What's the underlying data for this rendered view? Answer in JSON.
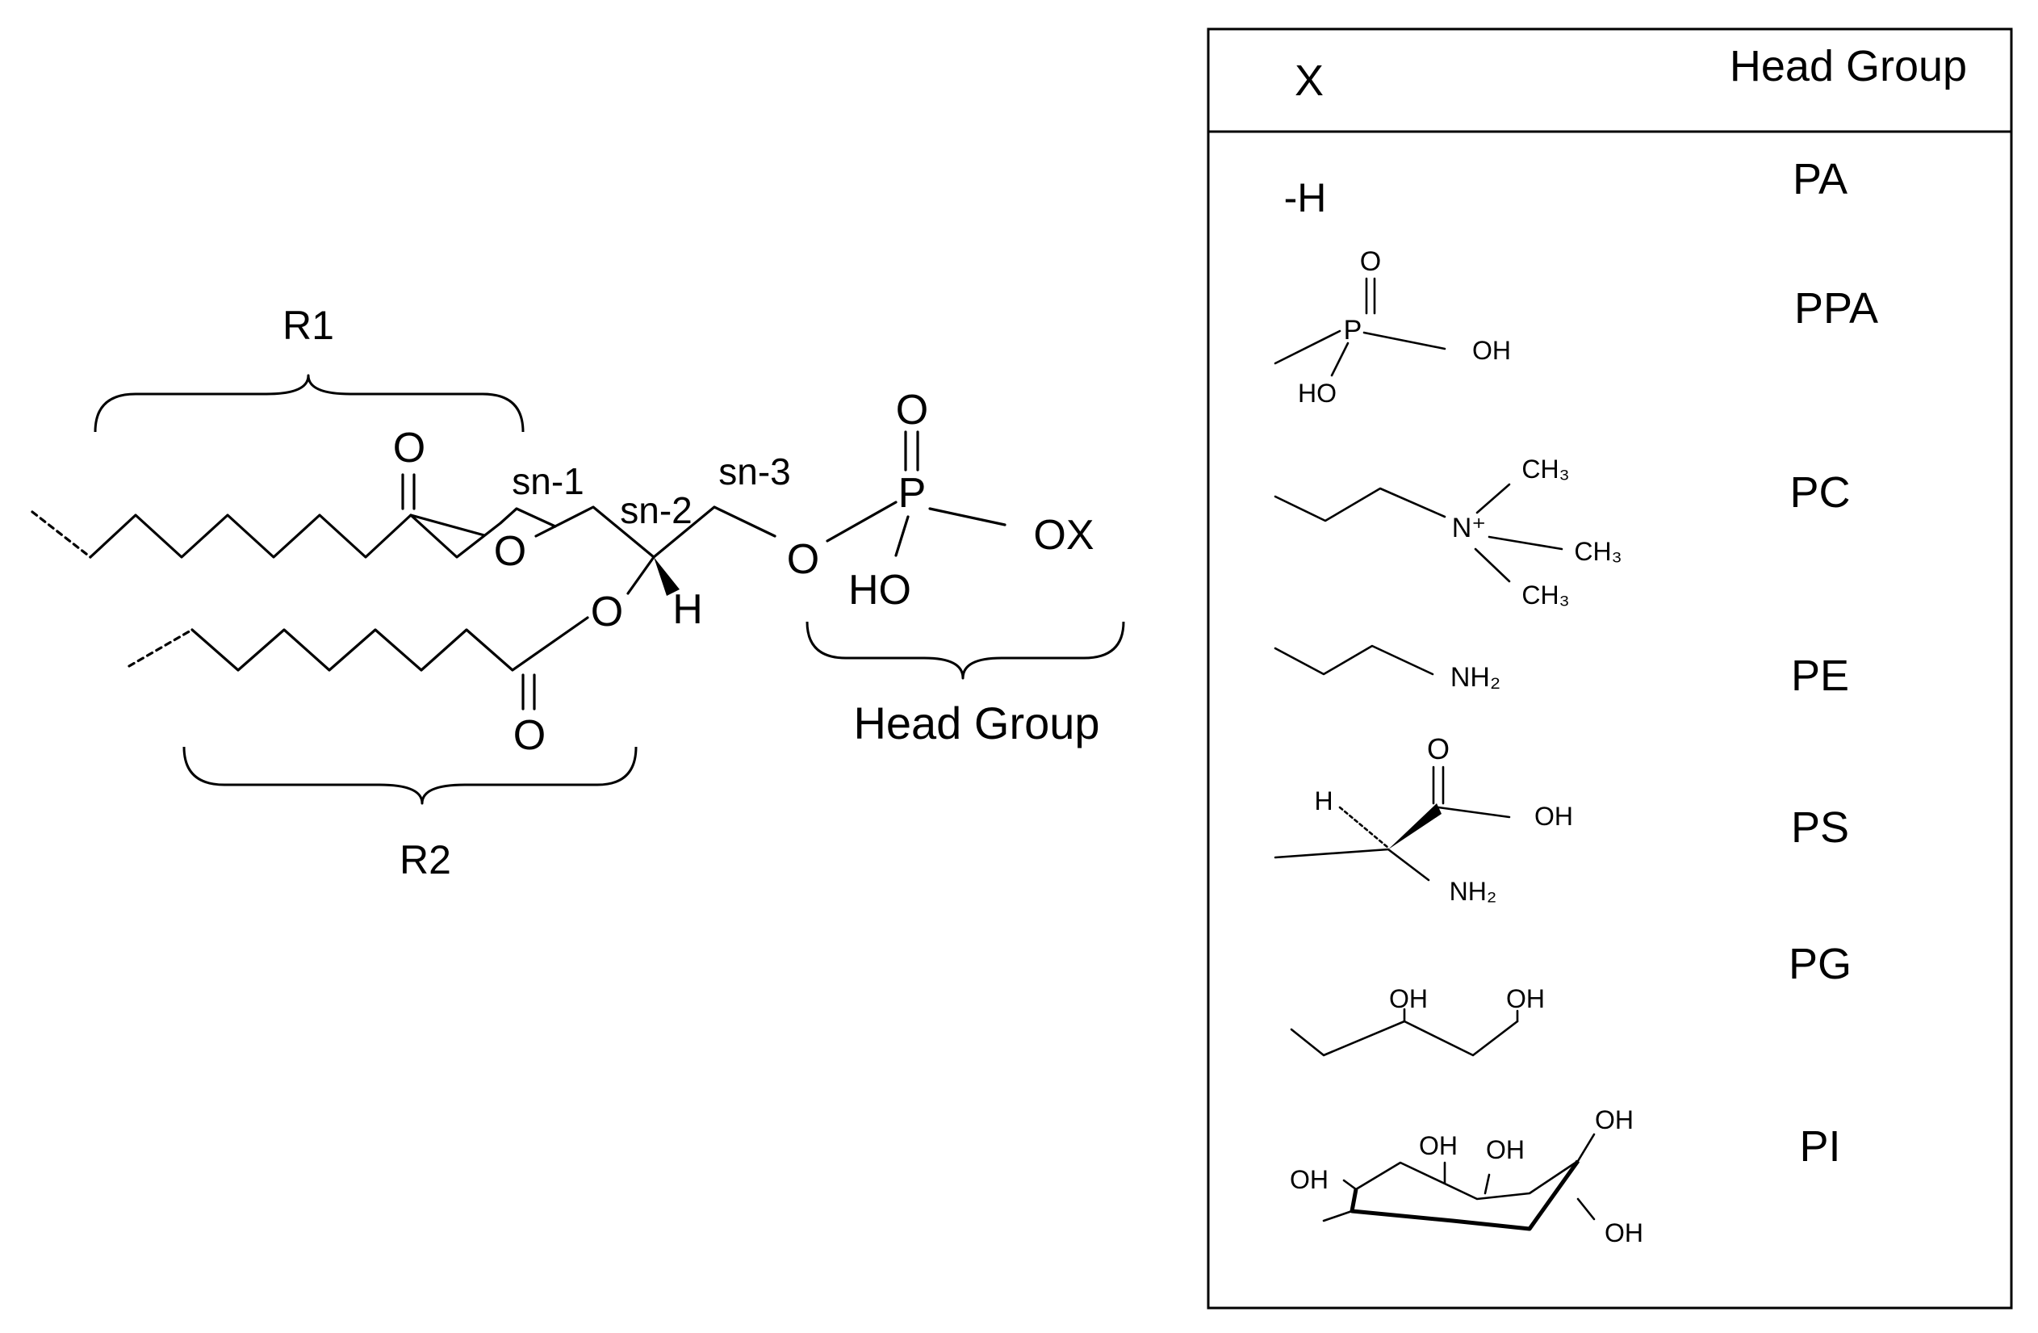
{
  "main_structure": {
    "r1": "R1",
    "r2": "R2",
    "sn1": "sn-1",
    "sn2": "sn-2",
    "sn3": "sn-3",
    "oxygen": "O",
    "phosphorus": "P",
    "hydrogen": "H",
    "hydroxyl": "HO",
    "ox": "OX",
    "head_group": "Head Group"
  },
  "table": {
    "header_x": "X",
    "header_head_group": "Head Group",
    "rows": [
      {
        "x": "-H",
        "head_group": "PA"
      },
      {
        "x": "",
        "head_group": "PPA"
      },
      {
        "x": "",
        "head_group": "PC"
      },
      {
        "x": "",
        "head_group": "PE"
      },
      {
        "x": "",
        "head_group": "PS"
      },
      {
        "x": "",
        "head_group": "PG"
      },
      {
        "x": "",
        "head_group": "PI"
      }
    ],
    "substituents": {
      "oh": "OH",
      "ho": "HO",
      "o": "O",
      "p": "P",
      "h": "H",
      "nh2": "NH₂",
      "n_plus": "N⁺",
      "ch3": "CH₃"
    }
  }
}
